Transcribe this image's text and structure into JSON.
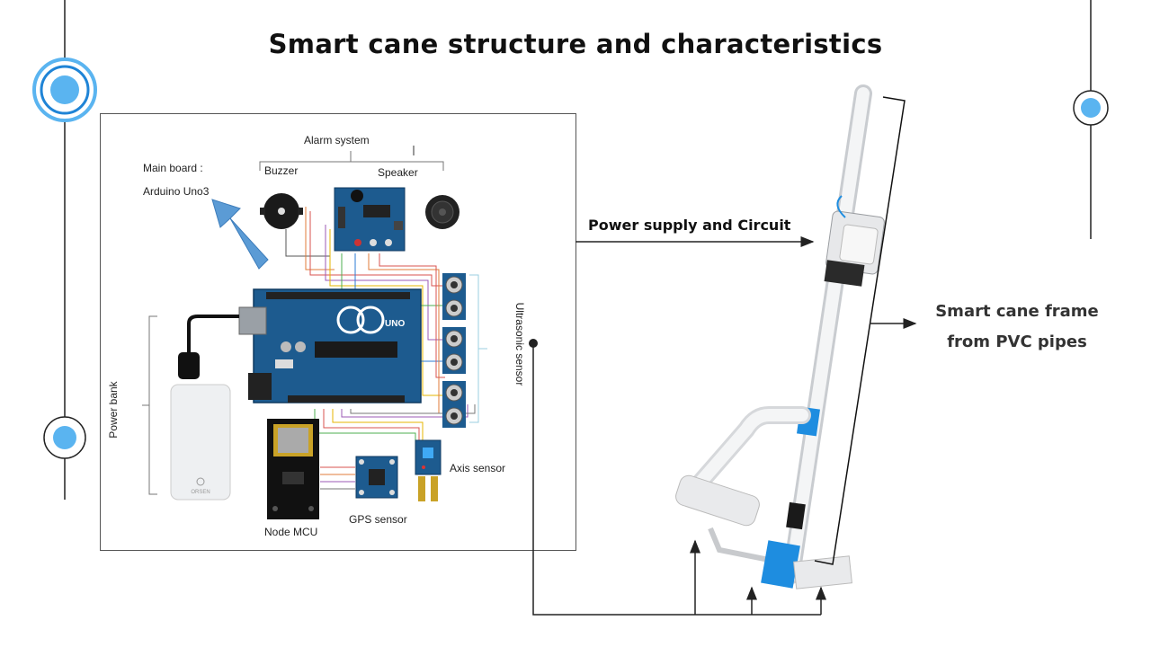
{
  "title": "Smart cane structure and characteristics",
  "diagram": {
    "main_board_label": "Main board :",
    "main_board_value": "Arduino Uno3",
    "alarm_system": "Alarm system",
    "buzzer": "Buzzer",
    "speaker": "Speaker",
    "power_bank": "Power bank",
    "ultrasonic_sensor": "Ultrasonic sensor",
    "axis_sensor": "Axis sensor",
    "gps_sensor": "GPS sensor",
    "node_mcu": "Node MCU",
    "power_bank_brand": "ORSEN",
    "uno_logo": "UNO"
  },
  "callouts": {
    "power_supply": "Power supply and Circuit",
    "frame_line1": "Smart cane frame",
    "frame_line2": "from PVC pipes"
  },
  "colors": {
    "accent": "#5ab4f0",
    "accent_ring": "#1f84d6",
    "board_blue": "#1d5b8f",
    "arrow_blue": "#5b9bd5",
    "cane_blue": "#1e8de0"
  }
}
